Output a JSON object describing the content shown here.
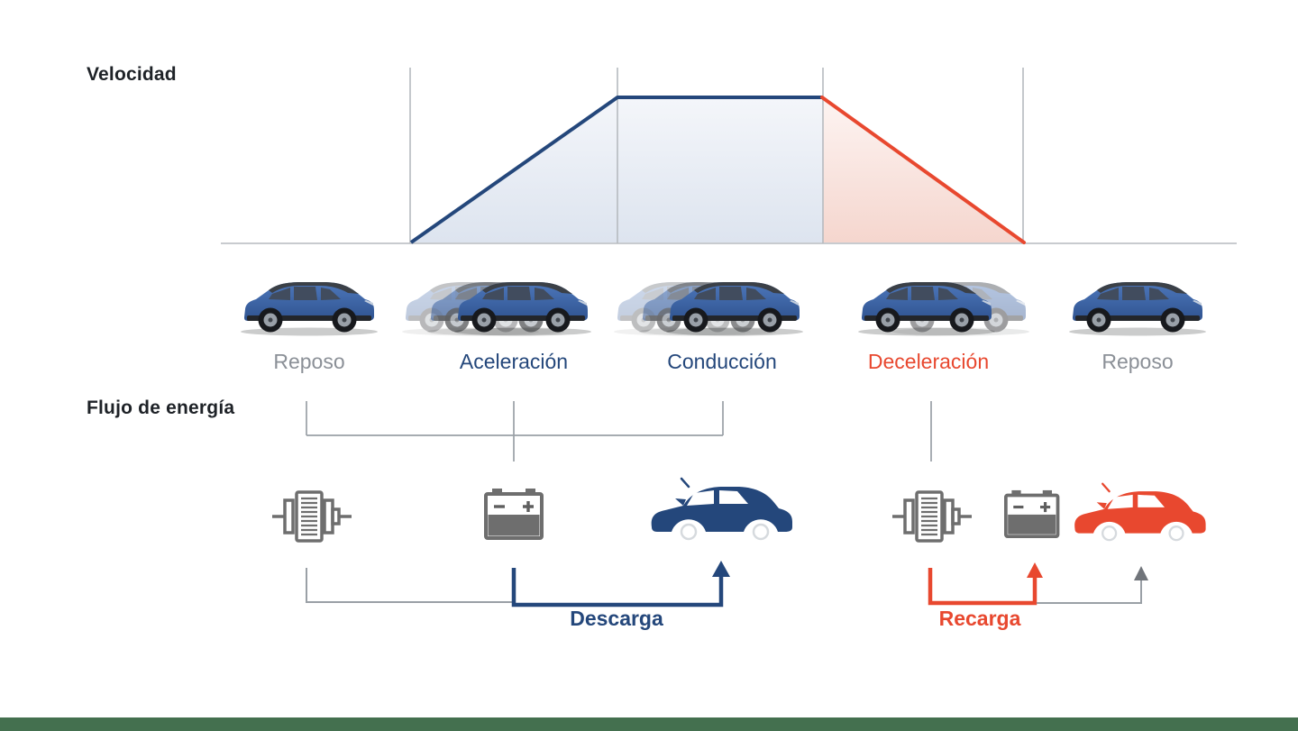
{
  "labels": {
    "velocity": "Velocidad",
    "energy_flow": "Flujo de energía",
    "discharge": "Descarga",
    "recharge": "Recarga"
  },
  "phases": [
    {
      "id": "reposo-1",
      "label": "Reposo",
      "color": "#8b9097",
      "car_style": "static"
    },
    {
      "id": "aceleracion",
      "label": "Aceleración",
      "color": "#24477b",
      "car_style": "motion-blur-rear"
    },
    {
      "id": "conduccion",
      "label": "Conducción",
      "color": "#24477b",
      "car_style": "motion-blur-rear"
    },
    {
      "id": "deceleracion",
      "label": "Deceleración",
      "color": "#e8482f",
      "car_style": "motion-blur-front"
    },
    {
      "id": "reposo-2",
      "label": "Reposo",
      "color": "#8b9097",
      "car_style": "static"
    }
  ],
  "icons": {
    "discharge_group": [
      "motor-generator-icon",
      "battery-icon",
      "car-icon-navy"
    ],
    "recharge_group": [
      "motor-generator-icon",
      "battery-icon",
      "car-icon-red"
    ]
  },
  "flow_arrows": {
    "discharge": {
      "from": "battery-icon",
      "to": "car-icon-navy",
      "color": "#24477b"
    },
    "recharge_battery": {
      "from": "motor-generator-icon",
      "to": "battery-icon",
      "color": "#e8482f"
    },
    "recharge_car": {
      "to": "car-icon-red",
      "color": "#9aa0a6"
    }
  },
  "chart_data": {
    "type": "area",
    "title": "Velocidad",
    "x_categories": [
      "Reposo",
      "Aceleración",
      "Conducción",
      "Deceleración",
      "Reposo"
    ],
    "x": [
      0,
      1,
      2,
      3,
      4,
      5
    ],
    "y": [
      0,
      0,
      1,
      1,
      0,
      0
    ],
    "series": [
      {
        "name": "Aceleración + Conducción",
        "color": "#24477b",
        "fill": "#dde4ef",
        "x": [
          1,
          2,
          3
        ],
        "y": [
          0,
          1,
          1
        ]
      },
      {
        "name": "Deceleración",
        "color": "#e8482f",
        "fill": "#f5d6ce",
        "x": [
          3,
          4
        ],
        "y": [
          1,
          0
        ]
      }
    ],
    "ylabel": "Velocidad",
    "xlabel": "",
    "grid": "vertical-only",
    "ylim": [
      0,
      1
    ],
    "legend": "none"
  },
  "colors": {
    "navy": "#24477b",
    "red": "#e8482f",
    "text_dark": "#1e2227",
    "gray_label": "#8b9097",
    "line_gray": "#9aa0a6",
    "axis_gray": "#b6babf",
    "icon_gray": "#6e6e6e",
    "green_bar": "#44704f",
    "fill_blue_top": "#f4f6fa",
    "fill_blue_bottom": "#dde4ef",
    "fill_red_top": "#fdf4f2",
    "fill_red_bottom": "#f5d6ce",
    "car_blue": "#3f67a7"
  }
}
